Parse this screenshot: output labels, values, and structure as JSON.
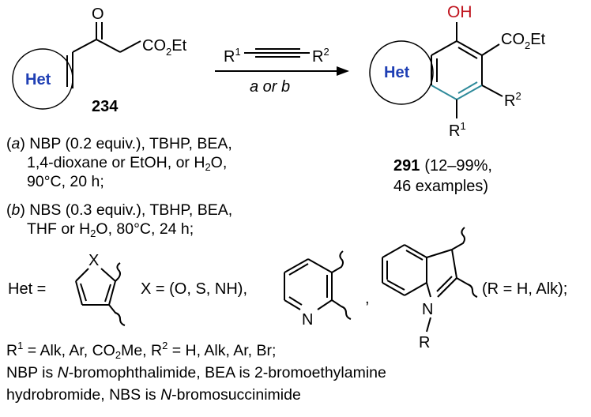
{
  "scheme": {
    "substrate": {
      "het_label": "Het",
      "ketone_o": "O",
      "ester_label": "CO2Et",
      "compound_number": "234"
    },
    "reagent": {
      "r1": "R1",
      "r2": "R2",
      "arrow_conditions": "a or b"
    },
    "product": {
      "oh_label": "OH",
      "ester_label": "CO2Et",
      "het_label": "Het",
      "r1": "R1",
      "r2": "R2",
      "compound_number": "291",
      "yield_text": "(12–99%,",
      "examples_text": "46 examples)"
    },
    "conditions": {
      "a_label": "a",
      "a_line1": "NBP (0.2 equiv.), TBHP, BEA,",
      "a_line2": "1,4-dioxane or EtOH, or H2O,",
      "a_line3": "90°C, 20 h;",
      "b_label": "b",
      "b_line1": "NBS (0.3 equiv.), TBHP, BEA,",
      "b_line2": "THF or H2O, 80°C, 24 h;"
    },
    "het_definition": {
      "het_eq": "Het  =",
      "heteroatom": "X",
      "x_options": "X = (O, S, NH),",
      "pyridine_n": "N",
      "comma": ",",
      "indole_n": "N",
      "indole_r": "R",
      "r_options": "(R = H, Alk);"
    },
    "notes": {
      "r_defs": "R1 = Alk, Ar, CO2Me, R2 = H, Alk, Ar, Br;",
      "abbrev1": "NBP is N-bromophthalimide, BEA is 2-bromoethylamine",
      "abbrev2": "hydrobromide, NBS is N-bromosuccinimide"
    }
  },
  "colors": {
    "het_text": "#1f3fb4",
    "hydroxyl": "#c0141e",
    "new_bonds": "#2e8a9a",
    "ink": "#000000"
  }
}
